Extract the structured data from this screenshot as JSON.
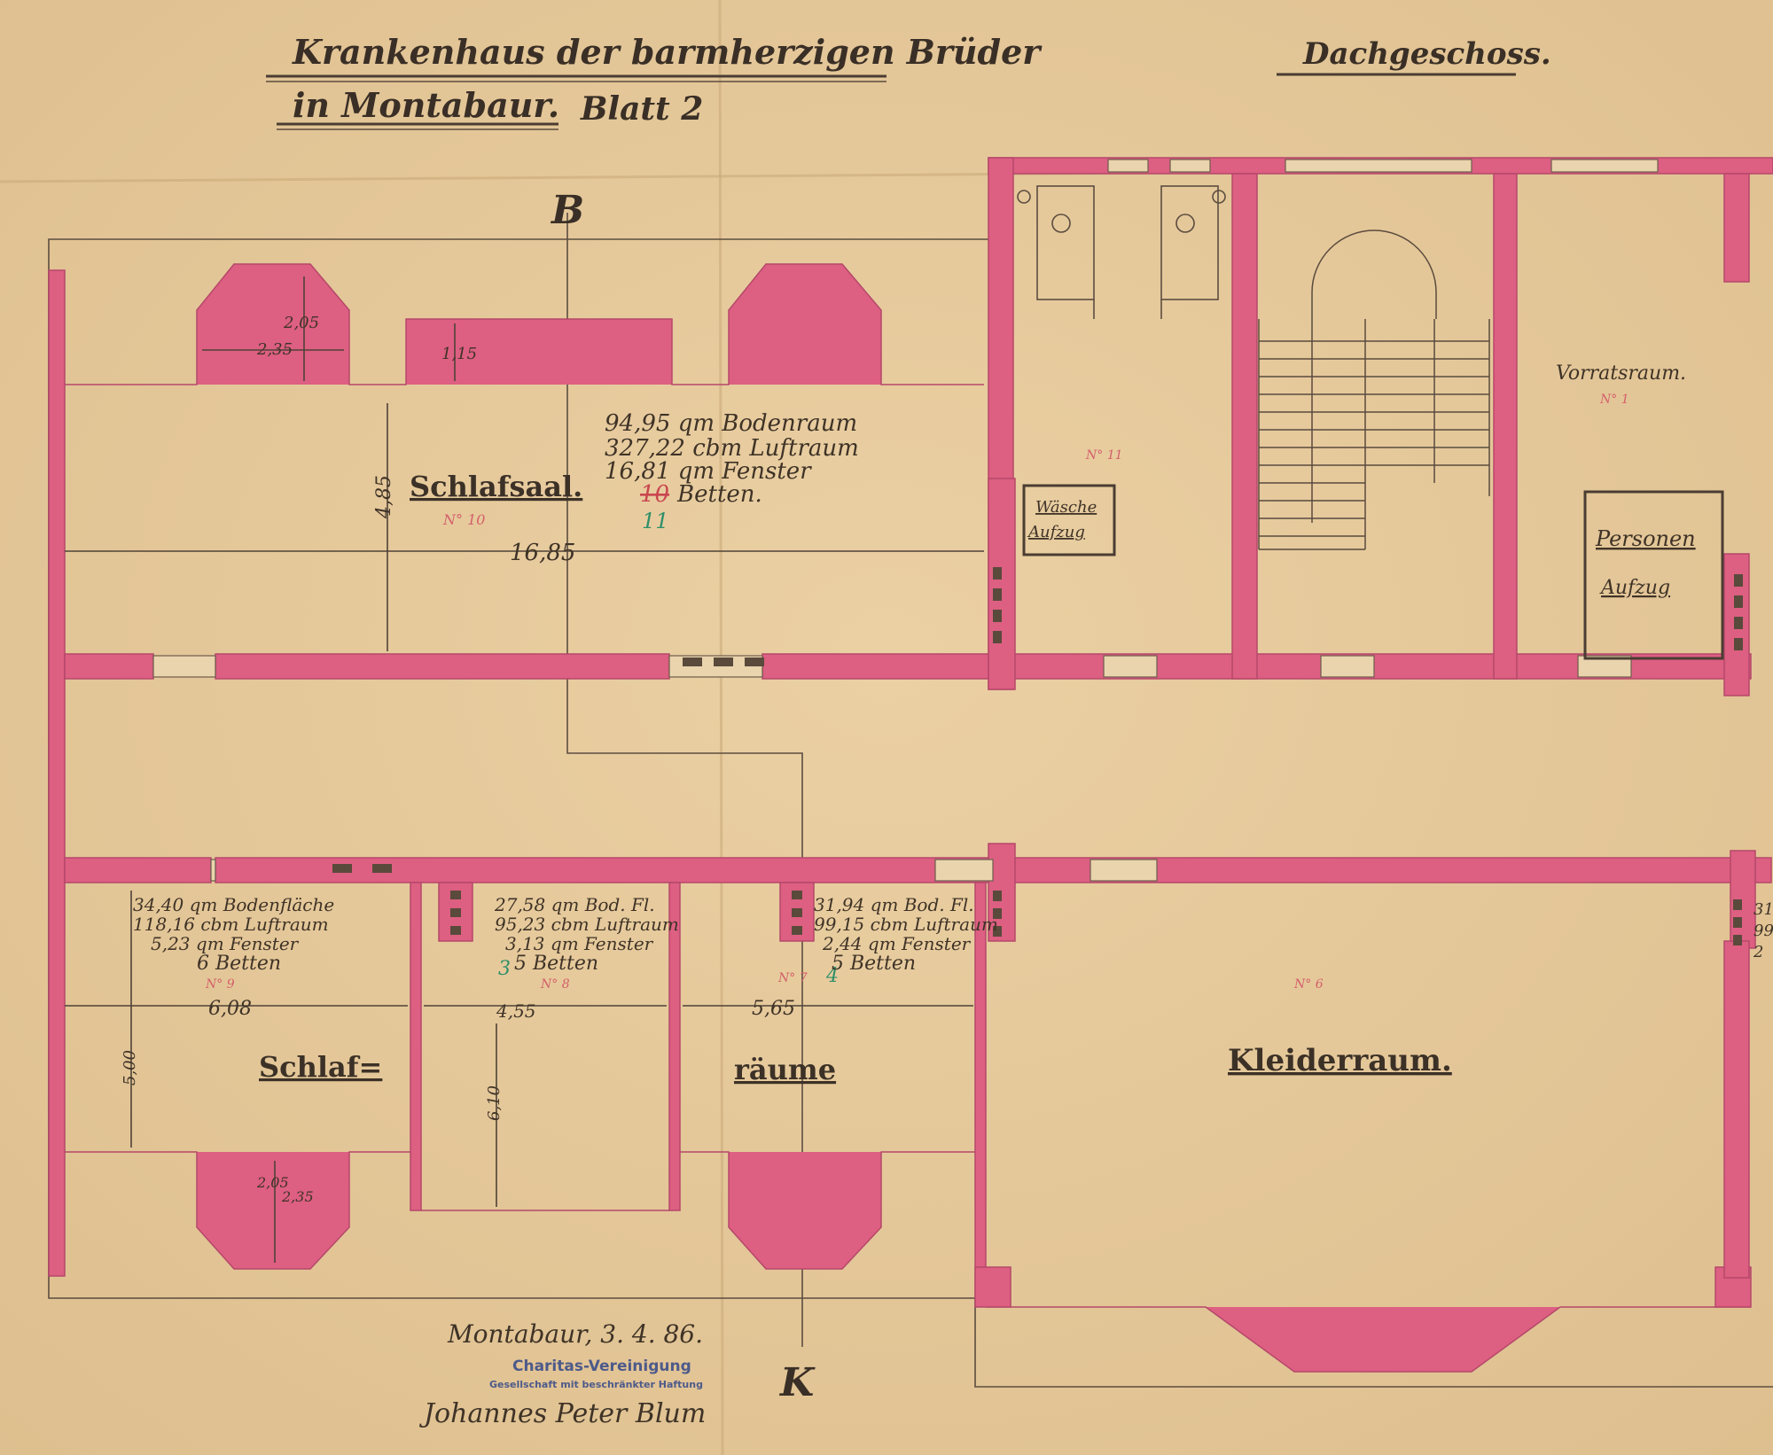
{
  "sheet": {
    "title_line1": "Krankenhaus der barmherzigen Brüder",
    "title_line2": "in Montabaur.",
    "sheet_label": "Blatt 2",
    "floor_label": "Dachgeschoss.",
    "section_mark_top": "B",
    "section_mark_bottom": "K"
  },
  "rooms": {
    "schlafsaal": {
      "name": "Schlafsaal.",
      "number": "N° 10",
      "area": "94,95 qm Bodenraum",
      "volume": "327,22 cbm Luftraum",
      "windows": "16,81 qm Fenster",
      "beds_old": "10",
      "beds_label": "Betten.",
      "beds_new": "11",
      "dim_length": "16,85",
      "dim_depth": "4,85",
      "bay_depth": "2,05",
      "bay_width": "2,35",
      "bay2_depth": "1,15"
    },
    "room9": {
      "area": "34,40 qm Bodenfläche",
      "volume": "118,16 cbm Luftraum",
      "windows": "5,23 qm Fenster",
      "beds": "6 Betten",
      "number": "N° 9",
      "dim_width": "6,08",
      "dim_depth": "5,00",
      "bay_depth": "2,05",
      "bay_width": "2,35"
    },
    "room8": {
      "area": "27,58 qm Bod. Fl.",
      "volume": "95,23 cbm Luftraum",
      "windows": "3,13 qm Fenster",
      "beds_new": "3",
      "beds": "5 Betten",
      "number": "N° 8",
      "dim_width": "4,55",
      "dim_depth": "6,10"
    },
    "room7": {
      "area": "31,94 qm Bod. Fl.",
      "volume": "99,15 cbm Luftraum",
      "windows": "2,44 qm Fenster",
      "beds_new": "4",
      "beds": "5 Betten",
      "number": "N° 7",
      "dim_width": "5,65"
    },
    "schlafraeume": {
      "part1": "Schlaf=",
      "part2": "räume"
    },
    "kleiderraum": {
      "name": "Kleiderraum.",
      "number": "N° 6"
    },
    "room11": {
      "number": "N° 11"
    },
    "waesche": {
      "line1": "Wäsche",
      "line2": "Aufzug"
    },
    "vorrat": {
      "name": "Vorratsraum.",
      "number": "N° 1"
    },
    "personen": {
      "line1": "Personen",
      "line2": "Aufzug"
    },
    "edge_fragment": {
      "line1": "31,",
      "line2": "99",
      "line3": "2"
    }
  },
  "signature": {
    "place_date": "Montabaur, 3. 4. 86.",
    "stamp_line1": "Charitas-Vereinigung",
    "stamp_line2": "Gesellschaft mit beschränkter Haftung",
    "signer": "Johannes Peter Blum"
  },
  "colors": {
    "paper": "#e6c99a",
    "wall": "#dd5f82",
    "ink": "#3f3327",
    "stamp": "#4d5a8a"
  }
}
